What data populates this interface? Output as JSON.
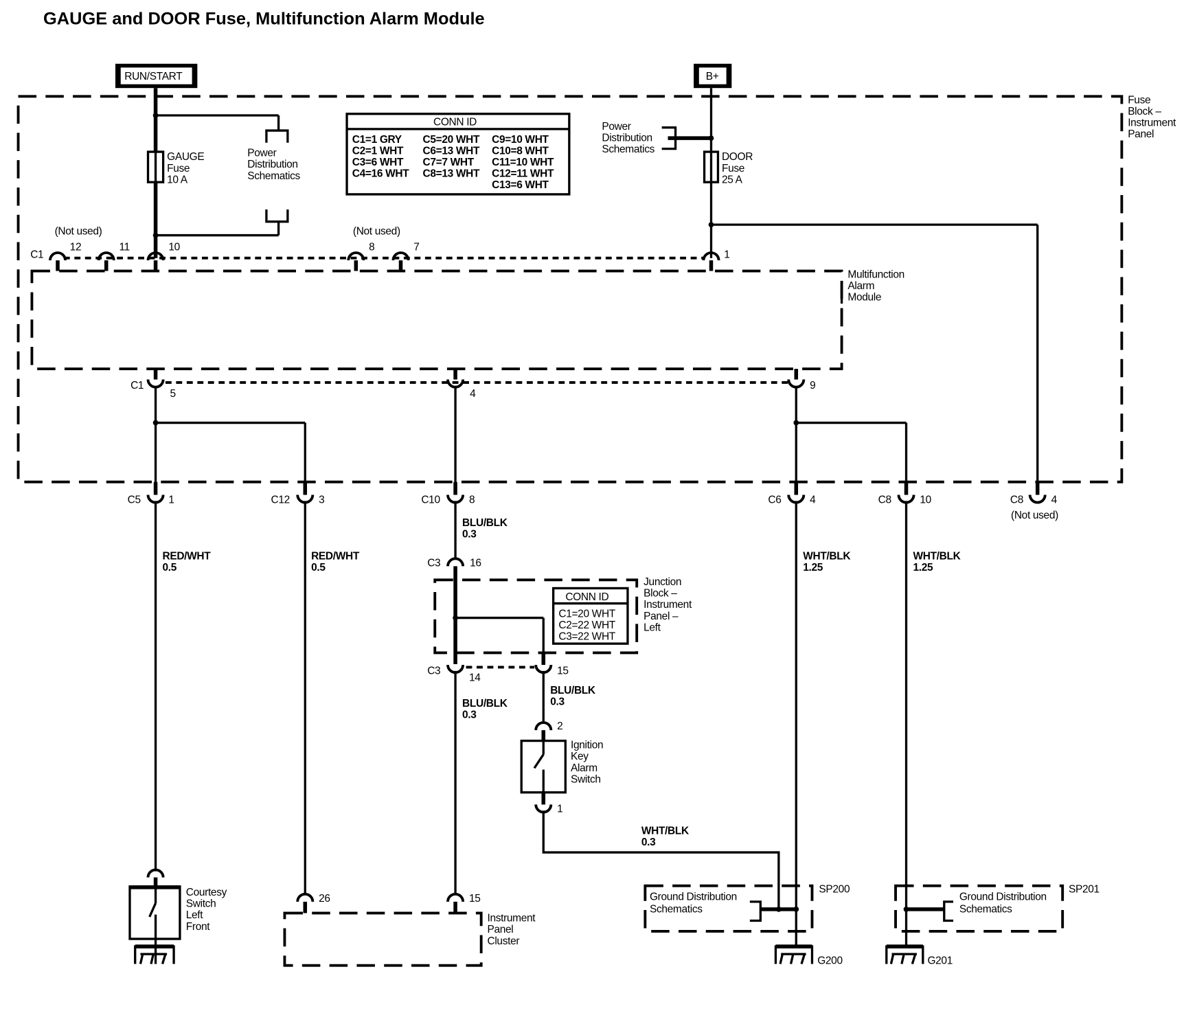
{
  "title": "GAUGE and DOOR Fuse, Multifunction Alarm Module",
  "power_sources": {
    "run_start": "RUN/START",
    "battery": "B+"
  },
  "fuse_block": {
    "label": [
      "Fuse",
      "Block –",
      "Instrument",
      "Panel"
    ],
    "conn_id": {
      "header": "CONN ID",
      "columns": [
        [
          "C1=1 GRY",
          "C2=1 WHT",
          "C3=6 WHT",
          "C4=16 WHT"
        ],
        [
          "C5=20 WHT",
          "C6=13 WHT",
          "C7=7 WHT",
          "C8=13 WHT"
        ],
        [
          "C9=10 WHT",
          "C10=8 WHT",
          "C11=10 WHT",
          "C12=11 WHT",
          "C13=6 WHT"
        ]
      ]
    },
    "gauge_fuse": [
      "GAUGE",
      "Fuse",
      "10 A"
    ],
    "door_fuse": [
      "DOOR",
      "Fuse",
      "25 A"
    ],
    "power_dist_left": [
      "Power",
      "Distribution",
      "Schematics"
    ],
    "power_dist_right": [
      "Power",
      "Distribution",
      "Schematics"
    ],
    "top_connector": {
      "name": "C1",
      "pins": [
        "12",
        "11",
        "10",
        "8",
        "7",
        "1"
      ],
      "not_used_left": "(Not used)",
      "not_used_mid": "(Not used)"
    },
    "bottom_connector": {
      "name": "C1",
      "pins": [
        "5",
        "4",
        "9"
      ]
    },
    "outputs": [
      {
        "conn": "C5",
        "pin": "1"
      },
      {
        "conn": "C12",
        "pin": "3"
      },
      {
        "conn": "C10",
        "pin": "8"
      },
      {
        "conn": "C6",
        "pin": "4"
      },
      {
        "conn": "C8",
        "pin": "10"
      },
      {
        "conn": "C8",
        "pin": "4",
        "note": "(Not used)"
      }
    ]
  },
  "module": {
    "label": [
      "Multifunction",
      "Alarm",
      "Module"
    ]
  },
  "wires": {
    "red_wht_1": [
      "RED/WHT",
      "0.5"
    ],
    "red_wht_2": [
      "RED/WHT",
      "0.5"
    ],
    "blu_blk_top": [
      "BLU/BLK",
      "0.3"
    ],
    "blu_blk_left": [
      "BLU/BLK",
      "0.3"
    ],
    "blu_blk_right": [
      "BLU/BLK",
      "0.3"
    ],
    "wht_blk_1": [
      "WHT/BLK",
      "1.25"
    ],
    "wht_blk_2": [
      "WHT/BLK",
      "1.25"
    ],
    "wht_blk_ign": [
      "WHT/BLK",
      "0.3"
    ]
  },
  "junction_block": {
    "label": [
      "Junction",
      "Block –",
      "Instrument",
      "Panel –",
      "Left"
    ],
    "conn_id": {
      "header": "CONN ID",
      "rows": [
        "C1=20 WHT",
        "C2=22 WHT",
        "C3=22 WHT"
      ]
    },
    "in_conn": {
      "name": "C3",
      "pin": "16"
    },
    "out_conn": {
      "name": "C3",
      "pins": [
        "14",
        "15"
      ]
    }
  },
  "ignition_switch": {
    "label": [
      "Ignition",
      "Key",
      "Alarm",
      "Switch"
    ],
    "pin_top": "2",
    "pin_bottom": "1"
  },
  "courtesy_switch": {
    "label": [
      "Courtesy",
      "Switch",
      "Left",
      "Front"
    ]
  },
  "cluster": {
    "label": [
      "Instrument",
      "Panel",
      "Cluster"
    ],
    "pins": [
      "26",
      "15"
    ]
  },
  "splices": {
    "sp200": {
      "name": "SP200",
      "label": [
        "Ground Distribution",
        "Schematics"
      ]
    },
    "sp201": {
      "name": "SP201",
      "label": [
        "Ground Distribution",
        "Schematics"
      ]
    }
  },
  "grounds": {
    "g200": "G200",
    "g201": "G201"
  }
}
